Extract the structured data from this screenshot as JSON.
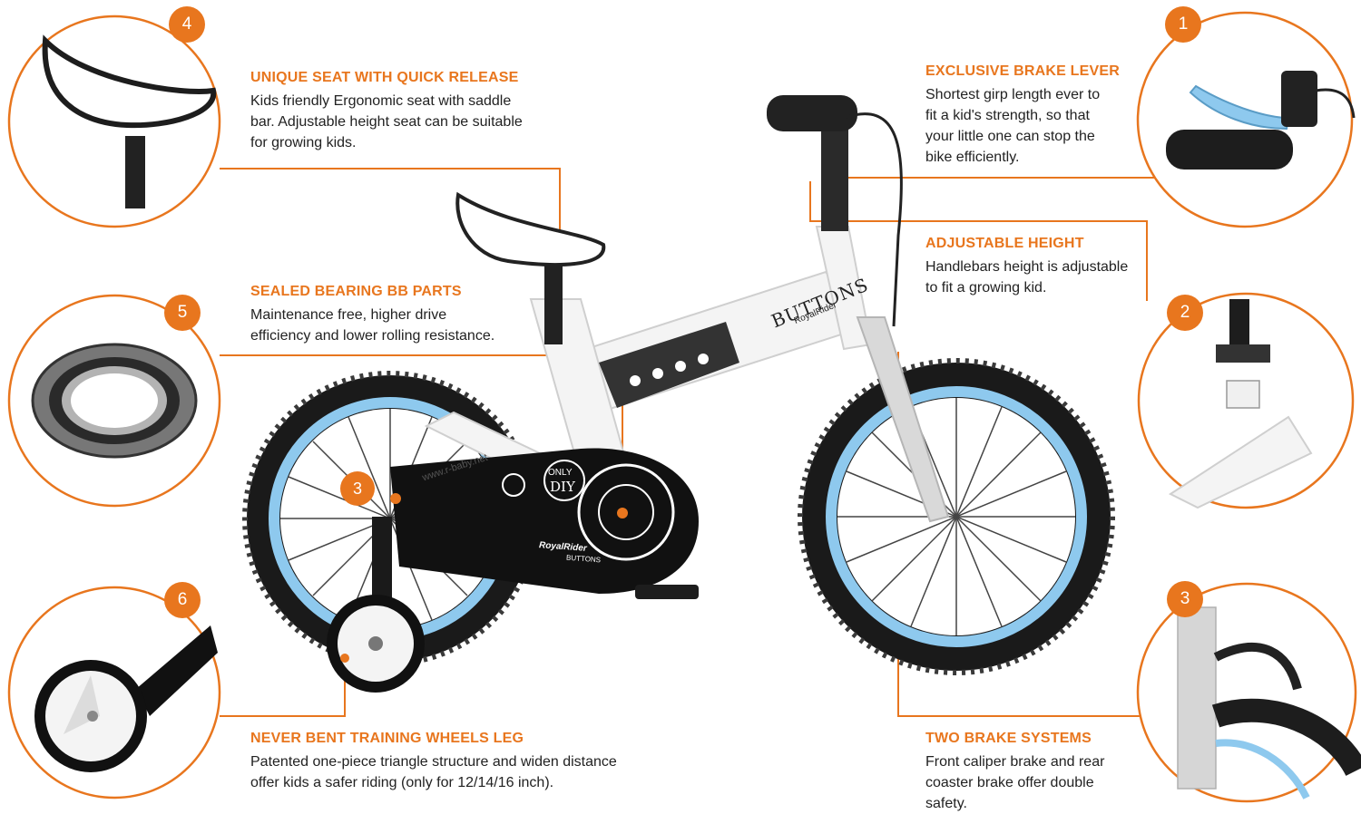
{
  "colors": {
    "accent": "#e8761e",
    "text": "#222222",
    "frame": "#f2f2f2",
    "tire": "#1a1a1a",
    "rim": "#8ec9ee",
    "background": "#ffffff"
  },
  "bike": {
    "brand": "BUTTONS",
    "sub_brand": "RoyalRider",
    "url": "www.r-baby.net",
    "chainguard_badge_top": "ONLY",
    "chainguard_badge_bottom": "DIY",
    "chainguard_brand": "RoyalRider",
    "chainguard_model": "BUTTONS",
    "center_badge": "3"
  },
  "features": [
    {
      "id": "seat",
      "title": "UNIQUE SEAT WITH QUICK RELEASE",
      "lines": [
        "Kids friendly Ergonomic seat with saddle",
        "bar. Adjustable height seat can be suitable",
        "for growing kids."
      ],
      "number": "4",
      "icon": "saddle-icon"
    },
    {
      "id": "bearing",
      "title": "SEALED BEARING BB PARTS",
      "lines": [
        "Maintenance free, higher drive",
        "efficiency and lower rolling resistance."
      ],
      "number": "5",
      "icon": "bearing-icon"
    },
    {
      "id": "training",
      "title": "NEVER BENT TRAINING WHEELS LEG",
      "lines": [
        "Patented one-piece triangle structure and widen distance",
        "offer kids a safer riding (only for 12/14/16 inch)."
      ],
      "number": "6",
      "icon": "training-wheel-icon"
    },
    {
      "id": "brake-lever",
      "title": "EXCLUSIVE BRAKE LEVER",
      "lines": [
        "Shortest girp length ever to",
        "fit a kid's strength, so that",
        "your little one can stop the",
        "bike efficiently."
      ],
      "number": "1",
      "icon": "brake-lever-icon"
    },
    {
      "id": "height",
      "title": "ADJUSTABLE HEIGHT",
      "lines": [
        "Handlebars height is adjustable",
        "to fit a growing kid."
      ],
      "number": "2",
      "icon": "stem-icon"
    },
    {
      "id": "brakes",
      "title": "TWO BRAKE SYSTEMS",
      "lines": [
        "Front caliper brake and rear",
        "coaster brake offer double",
        "safety."
      ],
      "number": "3",
      "icon": "caliper-brake-icon"
    }
  ]
}
